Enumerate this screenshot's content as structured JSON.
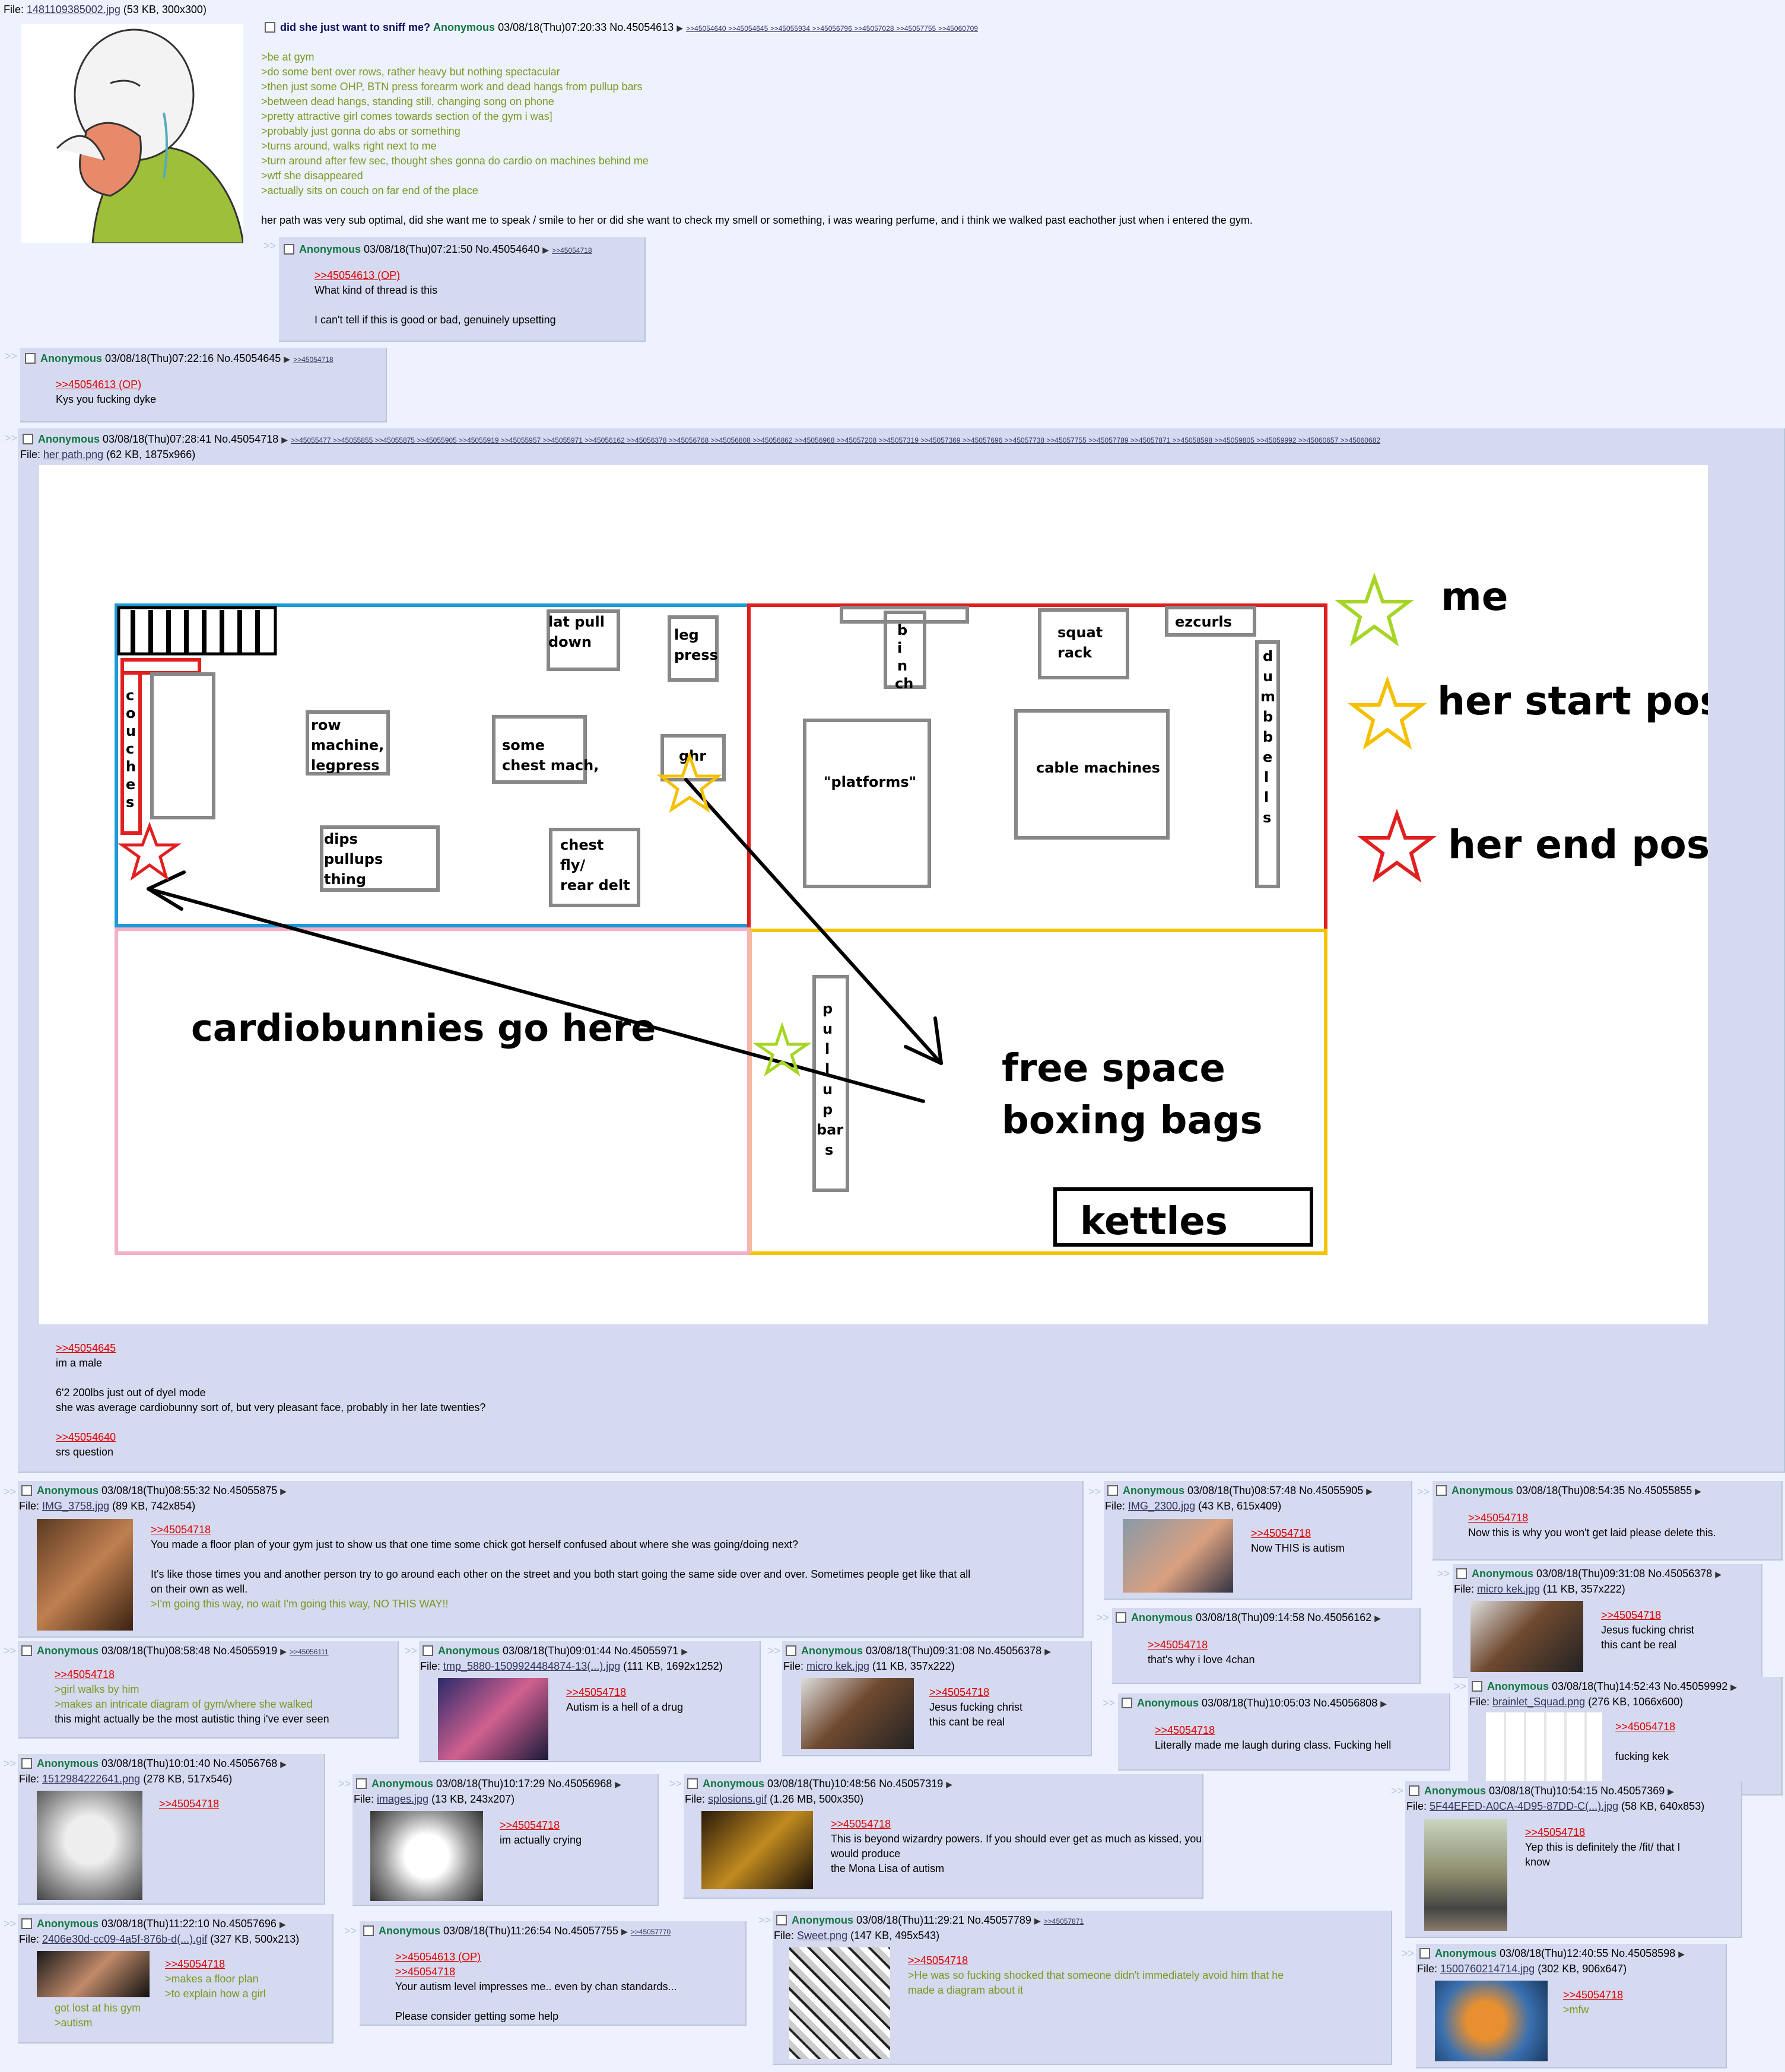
{
  "op": {
    "file_prefix": "File: ",
    "file_name": "1481109385002.jpg",
    "file_meta": " (53 KB, 300x300)",
    "subject": "did she just want to sniff me?",
    "name": "Anonymous",
    "meta": "03/08/18(Thu)07:20:33 No.45054613",
    "backlinks": ">>45054640 >>45054645 >>45055934 >>45056796 >>45057028 >>45057755 >>45060709",
    "lines": [
      ">be at gym",
      ">do some bent over rows, rather heavy but nothing spectacular",
      ">then just some OHP, BTN press forearm work and dead hangs from pullup bars",
      ">between dead hangs, standing still, changing song on phone",
      ">pretty attractive girl comes towards section of the gym i was]",
      ">probably just gonna do abs or something",
      ">turns around, walks right next to me",
      ">turn around after few sec, thought shes gonna do cardio on machines behind me",
      ">wtf she disappeared",
      ">actually sits on couch on far end of the place"
    ],
    "tail": "her path was very sub optimal, did she want me to speak / smile to her or did she want to check my smell or something, i was wearing perfume, and i think we walked past eachother just when i entered the gym."
  },
  "p1": {
    "name": "Anonymous",
    "meta": "03/08/18(Thu)07:21:50 No.45054640",
    "backlinks": ">>45054718",
    "quote": ">>45054613 (OP)",
    "l1": "What kind of thread is this",
    "l2": "I can't tell if this is good or bad, genuinely upsetting"
  },
  "p2": {
    "name": "Anonymous",
    "meta": "03/08/18(Thu)07:22:16 No.45054645",
    "backlinks": ">>45054718",
    "quote": ">>45054613 (OP)",
    "l1": "Kys you fucking dyke"
  },
  "p3": {
    "name": "Anonymous",
    "meta": "03/08/18(Thu)07:28:41 No.45054718",
    "backlinks": ">>45055477 >>45055855 >>45055875 >>45055905 >>45055919 >>45055957 >>45055971 >>45056162 >>45056378 >>45056768 >>45056808 >>45056862 >>45056968 >>45057208 >>45057319 >>45057369 >>45057696 >>45057738 >>45057755 >>45057789 >>45057871 >>45058598 >>45059805 >>45059992 >>45060657 >>45060682",
    "file_prefix": "File: ",
    "file_name": "her path.png",
    "file_meta": " (62 KB, 1875x966)",
    "q1": ">>45054645",
    "l1": "im a male",
    "l2": "6'2 200lbs just out of dyel mode",
    "l3": "she was average cardiobunny sort of, but very pleasant face, probably in her late twenties?",
    "q2": ">>45054640",
    "l4": "srs question"
  },
  "diagram": {
    "couches": [
      "c",
      "o",
      "u",
      "c",
      "h",
      "e",
      "s"
    ],
    "lat": [
      "lat pull",
      "down"
    ],
    "leg": [
      "leg",
      "press"
    ],
    "row": [
      "row",
      "machine,",
      "legpress"
    ],
    "chest": [
      "some",
      "chest mach,"
    ],
    "ghr": "ghr",
    "dips": [
      "dips",
      "pullups",
      "thing"
    ],
    "fly": [
      "chest",
      "fly/",
      "rear delt"
    ],
    "binch": [
      "b",
      "i",
      "n",
      "ch"
    ],
    "squat": [
      "squat",
      "rack"
    ],
    "ezcurls": "ezcurls",
    "dumbbells": [
      "d",
      "u",
      "m",
      "b",
      "b",
      "e",
      "l",
      "l",
      "s"
    ],
    "platforms": "\"platforms\"",
    "cable": "cable machines",
    "cardio": "cardiobunnies go here",
    "pullups": [
      "p",
      "u",
      "l",
      "l",
      "u",
      "p",
      "bar",
      "s"
    ],
    "free": [
      "free space",
      "boxing bags"
    ],
    "kettles": "kettles",
    "legend_me": "me",
    "legend_start": "her start pos.",
    "legend_end": "her end pos.",
    "colors": {
      "blue": "#1a9ad6",
      "red": "#e02020",
      "pink": "#f4b0c8",
      "yellow": "#f4c400",
      "peach": "#f6b9a0",
      "lime": "#a6d625",
      "gold": "#f4c000"
    }
  },
  "r1": {
    "name": "Anonymous",
    "meta": "03/08/18(Thu)08:55:32 No.45055875",
    "file_prefix": "File: ",
    "file_name": "IMG_3758.jpg",
    "file_meta": " (89 KB, 742x854)",
    "quote": ">>45054718",
    "l1": "You made a floor plan of your gym just to show us that one time some chick got herself confused about where she was going/doing next?",
    "l2": "It's like those times you and another person try to go around each other on the street and you both start going the same side over and over. Sometimes people get like that all",
    "l3": "on their own as well.",
    "g1": ">I'm going this way, no wait I'm going this way, NO THIS WAY!!"
  },
  "r2": {
    "name": "Anonymous",
    "meta": "03/08/18(Thu)08:57:48 No.45055905",
    "file_prefix": "File: ",
    "file_name": "IMG_2300.jpg",
    "file_meta": " (43 KB, 615x409)",
    "quote": ">>45054718",
    "l1": "Now THIS is autism"
  },
  "r3": {
    "name": "Anonymous",
    "meta": "03/08/18(Thu)08:54:35 No.45055855",
    "quote": ">>45054718",
    "l1": "Now this is why you won't get laid please delete this."
  },
  "r4": {
    "name": "Anonymous",
    "meta": "03/08/18(Thu)09:31:08 No.45056378",
    "file_prefix": "File: ",
    "file_name": "micro kek.jpg",
    "file_meta": " (11 KB, 357x222)",
    "quote": ">>45054718",
    "l1": "Jesus fucking christ",
    "l2": "this cant be real"
  },
  "r5": {
    "name": "Anonymous",
    "meta": "03/08/18(Thu)09:14:58 No.45056162",
    "quote": ">>45054718",
    "l1": "that's why i love 4chan"
  },
  "r6": {
    "name": "Anonymous",
    "meta": "03/08/18(Thu)08:58:48 No.45055919",
    "backlinks": ">>45056111",
    "quote": ">>45054718",
    "g1": ">girl walks by him",
    "g2": ">makes an intricate diagram of gym/where she walked",
    "l1": "this might actually be the most autistic thing i've ever seen"
  },
  "r7": {
    "name": "Anonymous",
    "meta": "03/08/18(Thu)09:01:44 No.45055971",
    "file_prefix": "File: ",
    "file_name": "tmp_5880-1509924484874-13(...).jpg",
    "file_meta": " (111 KB, 1692x1252)",
    "quote": ">>45054718",
    "l1": "Autism is a hell of a drug"
  },
  "r8": {
    "name": "Anonymous",
    "meta": "03/08/18(Thu)09:31:08 No.45056378",
    "file_prefix": "File: ",
    "file_name": "micro kek.jpg",
    "file_meta": " (11 KB, 357x222)",
    "quote": ">>45054718",
    "l1": "Jesus fucking christ",
    "l2": "this cant be real"
  },
  "r9": {
    "name": "Anonymous",
    "meta": "03/08/18(Thu)10:05:03 No.45056808",
    "quote": ">>45054718",
    "l1": "Literally made me laugh during class. Fucking hell"
  },
  "r10": {
    "name": "Anonymous",
    "meta": "03/08/18(Thu)14:52:43 No.45059992",
    "file_prefix": "File: ",
    "file_name": "brainlet_Squad.png",
    "file_meta": " (276 KB, 1066x600)",
    "quote": ">>45054718",
    "l1": "fucking kek"
  },
  "r11": {
    "name": "Anonymous",
    "meta": "03/08/18(Thu)10:01:40 No.45056768",
    "file_prefix": "File: ",
    "file_name": "1512984222641.png",
    "file_meta": " (278 KB, 517x546)",
    "quote": ">>45054718"
  },
  "r12": {
    "name": "Anonymous",
    "meta": "03/08/18(Thu)10:17:29 No.45056968",
    "file_prefix": "File: ",
    "file_name": "images.jpg",
    "file_meta": " (13 KB, 243x207)",
    "quote": ">>45054718",
    "l1": "im actually crying"
  },
  "r13": {
    "name": "Anonymous",
    "meta": "03/08/18(Thu)10:48:56 No.45057319",
    "file_prefix": "File: ",
    "file_name": "splosions.gif",
    "file_meta": " (1.26 MB, 500x350)",
    "quote": ">>45054718",
    "l1": "This is beyond wizardry powers. If you should ever get as much as kissed, you would produce",
    "l2": "the Mona Lisa of autism"
  },
  "r14": {
    "name": "Anonymous",
    "meta": "03/08/18(Thu)10:54:15 No.45057369",
    "file_prefix": "File: ",
    "file_name": "5F44EFED-A0CA-4D95-87DD-C(...).jpg",
    "file_meta": " (58 KB, 640x853)",
    "quote": ">>45054718",
    "l1": "Yep this is definitely the /fit/ that I",
    "l2": "know"
  },
  "r15": {
    "name": "Anonymous",
    "meta": "03/08/18(Thu)11:22:10 No.45057696",
    "file_prefix": "File: ",
    "file_name": "2406e30d-cc09-4a5f-876b-d(...).gif",
    "file_meta": " (327 KB, 500x213)",
    "quote": ">>45054718",
    "g1": ">makes a floor plan",
    "g2": ">to explain how a girl",
    "g3": "got lost at his gym",
    "g4": ">autism"
  },
  "r16": {
    "name": "Anonymous",
    "meta": "03/08/18(Thu)11:26:54 No.45057755",
    "backlinks": ">>45057770",
    "q1": ">>45054613 (OP)",
    "q2": ">>45054718",
    "l1": "Your autism level impresses me.. even by chan standards...",
    "l2": "Please consider getting some help"
  },
  "r17": {
    "name": "Anonymous",
    "meta": "03/08/18(Thu)11:29:21 No.45057789",
    "backlinks": ">>45057871",
    "file_prefix": "File: ",
    "file_name": "Sweet.png",
    "file_meta": " (147 KB, 495x543)",
    "quote": ">>45054718",
    "g1": ">He was so fucking shocked that someone didn't immediately avoid him that he",
    "g2": "made a diagram about it"
  },
  "r18": {
    "name": "Anonymous",
    "meta": "03/08/18(Thu)12:40:55 No.45058598",
    "file_prefix": "File: ",
    "file_name": "1500760214714.jpg",
    "file_meta": " (302 KB, 906x647)",
    "quote": ">>45054718",
    "g1": ">mfw"
  },
  "ui": {
    "arrow": ">>",
    "tri": "▶"
  }
}
